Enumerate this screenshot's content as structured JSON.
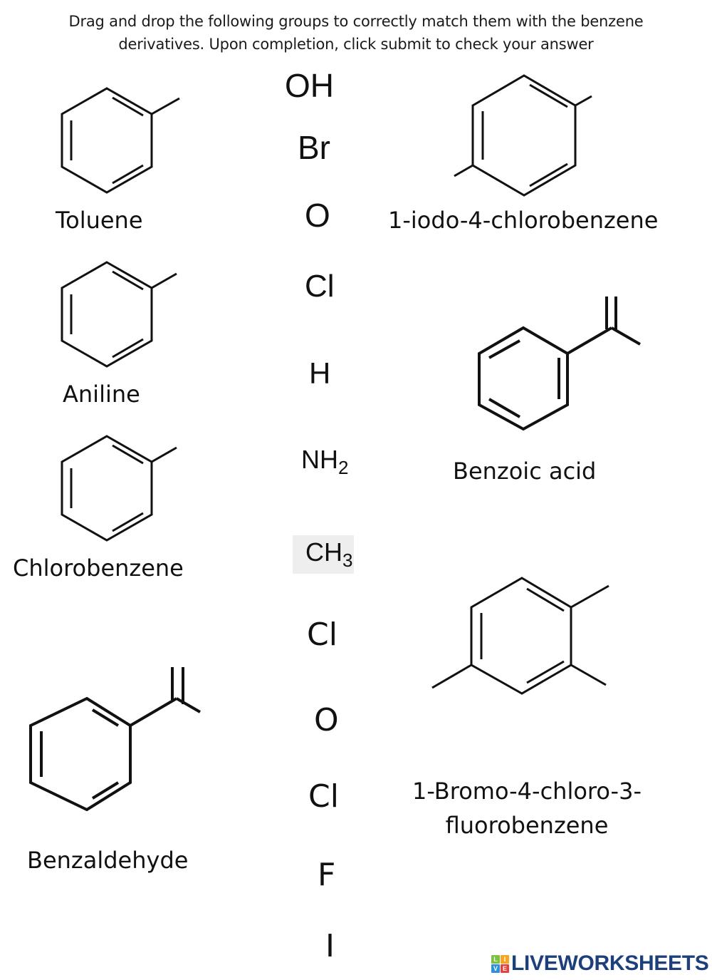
{
  "instructions": {
    "line1": "Drag and drop the following groups to correctly match them with the benzene",
    "line2": "derivatives. Upon completion, click submit to check your answer"
  },
  "molecules": [
    {
      "id": "toluene",
      "label": "Toluene"
    },
    {
      "id": "aniline",
      "label": "Aniline"
    },
    {
      "id": "chlorobenzene",
      "label": "Chlorobenzene"
    },
    {
      "id": "benzaldehyde",
      "label": "Benzaldehyde"
    },
    {
      "id": "iodo-chlorobenzene",
      "label": "1-iodo-4-chlorobenzene"
    },
    {
      "id": "benzoic-acid",
      "label": "Benzoic acid"
    },
    {
      "id": "bromo-chloro-fluorobenzene",
      "label_line1": "1-Bromo-4-chloro-3-",
      "label_line2": "fluorobenzene"
    }
  ],
  "draggable_groups": [
    {
      "text": "OH"
    },
    {
      "text": "Br"
    },
    {
      "text": "O"
    },
    {
      "text": "Cl"
    },
    {
      "text": "H"
    },
    {
      "text": "NH",
      "sub": "2"
    },
    {
      "text": "CH",
      "sub": "3"
    },
    {
      "text": "Cl"
    },
    {
      "text": "O"
    },
    {
      "text": "Cl"
    },
    {
      "text": "F"
    },
    {
      "text": "I"
    }
  ],
  "branding": {
    "logo_text": "LIVEWORKSHEETS",
    "tiles": [
      {
        "letter": "L",
        "color": "#7cc242"
      },
      {
        "letter": "I",
        "color": "#f5a623"
      },
      {
        "letter": "V",
        "color": "#2f8fdd"
      },
      {
        "letter": "E",
        "color": "#e8413c"
      }
    ],
    "brand_color": "#1d3f7a"
  }
}
